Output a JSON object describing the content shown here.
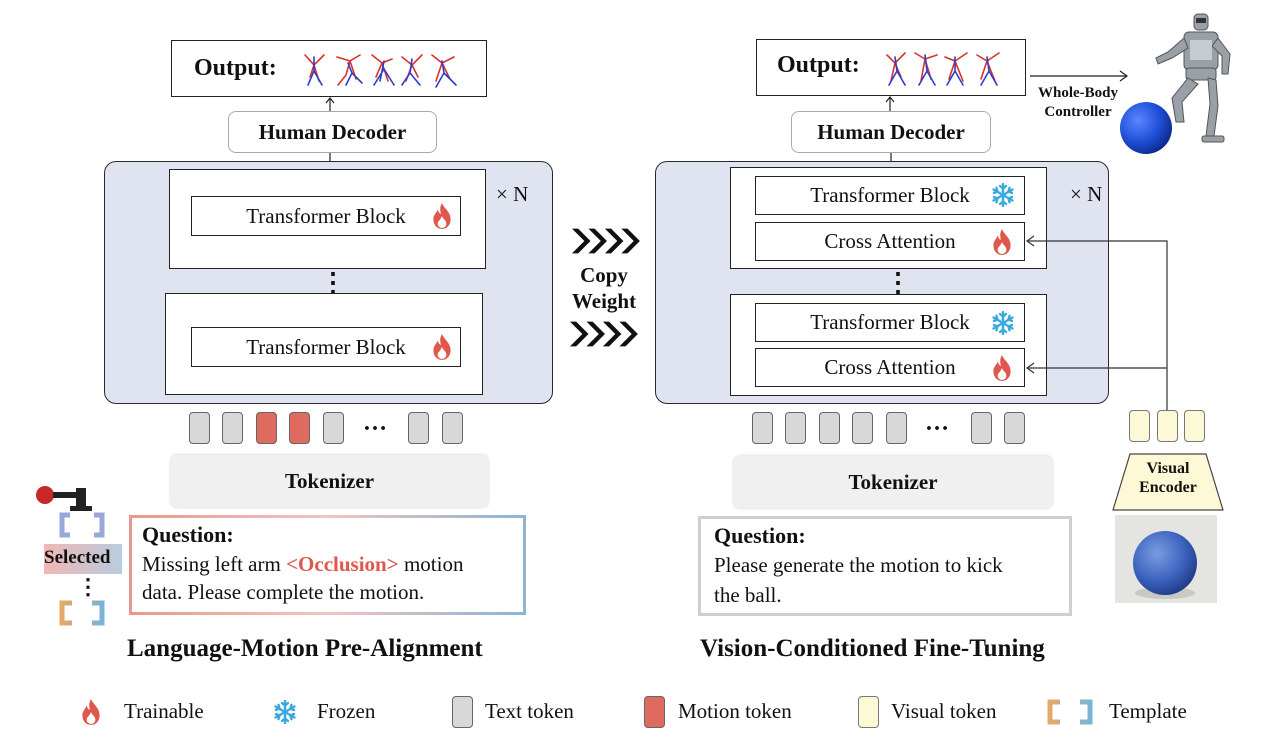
{
  "left": {
    "output_label": "Output:",
    "decoder": "Human Decoder",
    "block1": "Transformer Block",
    "block2": "Transformer Block",
    "repeat": "× N",
    "ellipsis": "⋮",
    "tokens_ellipsis": "…",
    "tokenizer": "Tokenizer",
    "question_title": "Question:",
    "question_line1_pre": "Missing left arm ",
    "question_highlight": "<Occlusion>",
    "question_line1_post": " motion",
    "question_line2": "data. Please complete the motion.",
    "selected_label": "Selected",
    "caption": "Language-Motion Pre-Alignment"
  },
  "middle": {
    "copy_line1": "Copy",
    "copy_line2": "Weight"
  },
  "right": {
    "output_label": "Output:",
    "decoder": "Human Decoder",
    "controller_line1": "Whole-Body",
    "controller_line2": "Controller",
    "block1": "Transformer Block",
    "cross1": "Cross Attention",
    "block2": "Transformer Block",
    "cross2": "Cross Attention",
    "repeat": "× N",
    "ellipsis": "⋮",
    "tokens_ellipsis": "…",
    "tokenizer": "Tokenizer",
    "visual_encoder_line1": "Visual",
    "visual_encoder_line2": "Encoder",
    "question_title": "Question:",
    "question_line1": "Please generate the motion to kick",
    "question_line2": "the ball.",
    "caption": "Vision-Conditioned Fine-Tuning"
  },
  "legend": {
    "trainable": "Trainable",
    "frozen": "Frozen",
    "text_token": "Text token",
    "motion_token": "Motion token",
    "visual_token": "Visual token",
    "template": "Template"
  },
  "colors": {
    "panel": "#e0e4f0",
    "flame": "#e0584c",
    "snowflake": "#38a9e0",
    "text_token": "#d8d8d8",
    "motion_token": "#de6a60",
    "visual_token": "#fdf8d6",
    "occlusion": "#e0584c",
    "skeleton_red": "#d9312b",
    "skeleton_blue": "#2b3fc9"
  }
}
